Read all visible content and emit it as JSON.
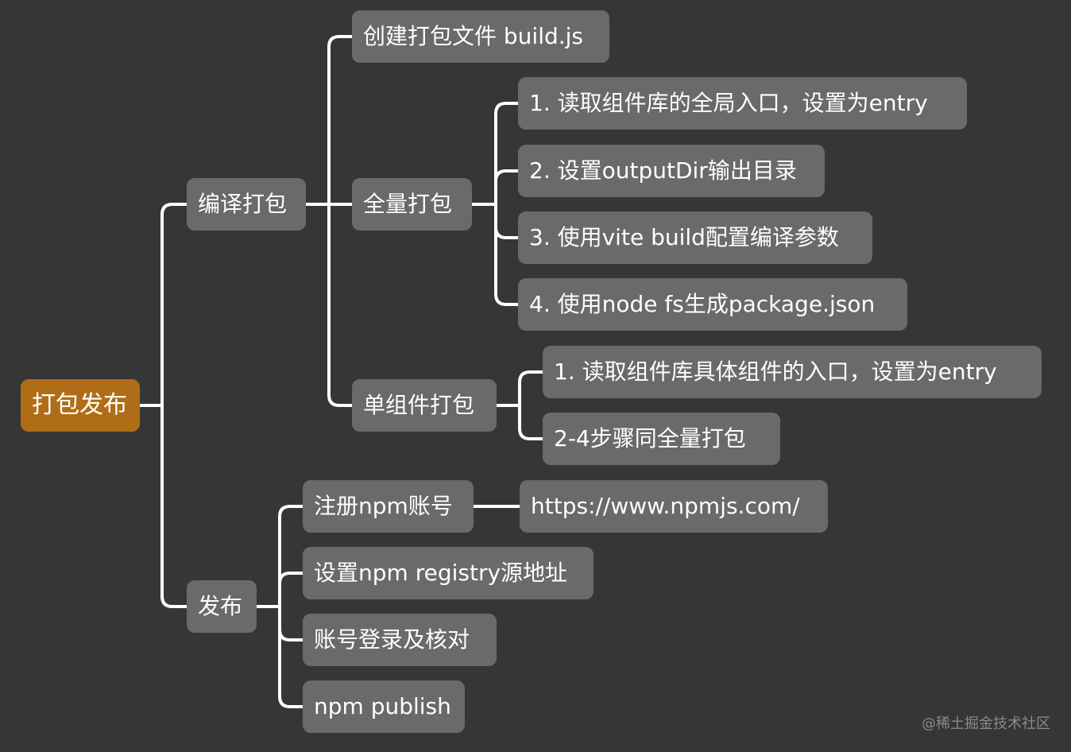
{
  "colors": {
    "background": "#363636",
    "node": "#6a6a6a",
    "root": "#b06d17",
    "line": "#ffffff"
  },
  "mindmap": {
    "root": "打包发布",
    "compile": {
      "label": "编译打包",
      "create_file": "创建打包文件 build.js",
      "full": {
        "label": "全量打包",
        "steps": [
          "1. 读取组件库的全局入口，设置为entry",
          "2. 设置outputDir输出目录",
          "3. 使用vite build配置编译参数",
          "4. 使用node fs生成package.json"
        ]
      },
      "single": {
        "label": "单组件打包",
        "steps": [
          "1. 读取组件库具体组件的入口，设置为entry",
          "2-4步骤同全量打包"
        ]
      }
    },
    "publish": {
      "label": "发布",
      "register": "注册npm账号",
      "register_url": "https://www.npmjs.com/",
      "registry": "设置npm registry源地址",
      "login": "账号登录及核对",
      "cmd": "npm publish"
    }
  },
  "watermark": "@稀土掘金技术社区"
}
